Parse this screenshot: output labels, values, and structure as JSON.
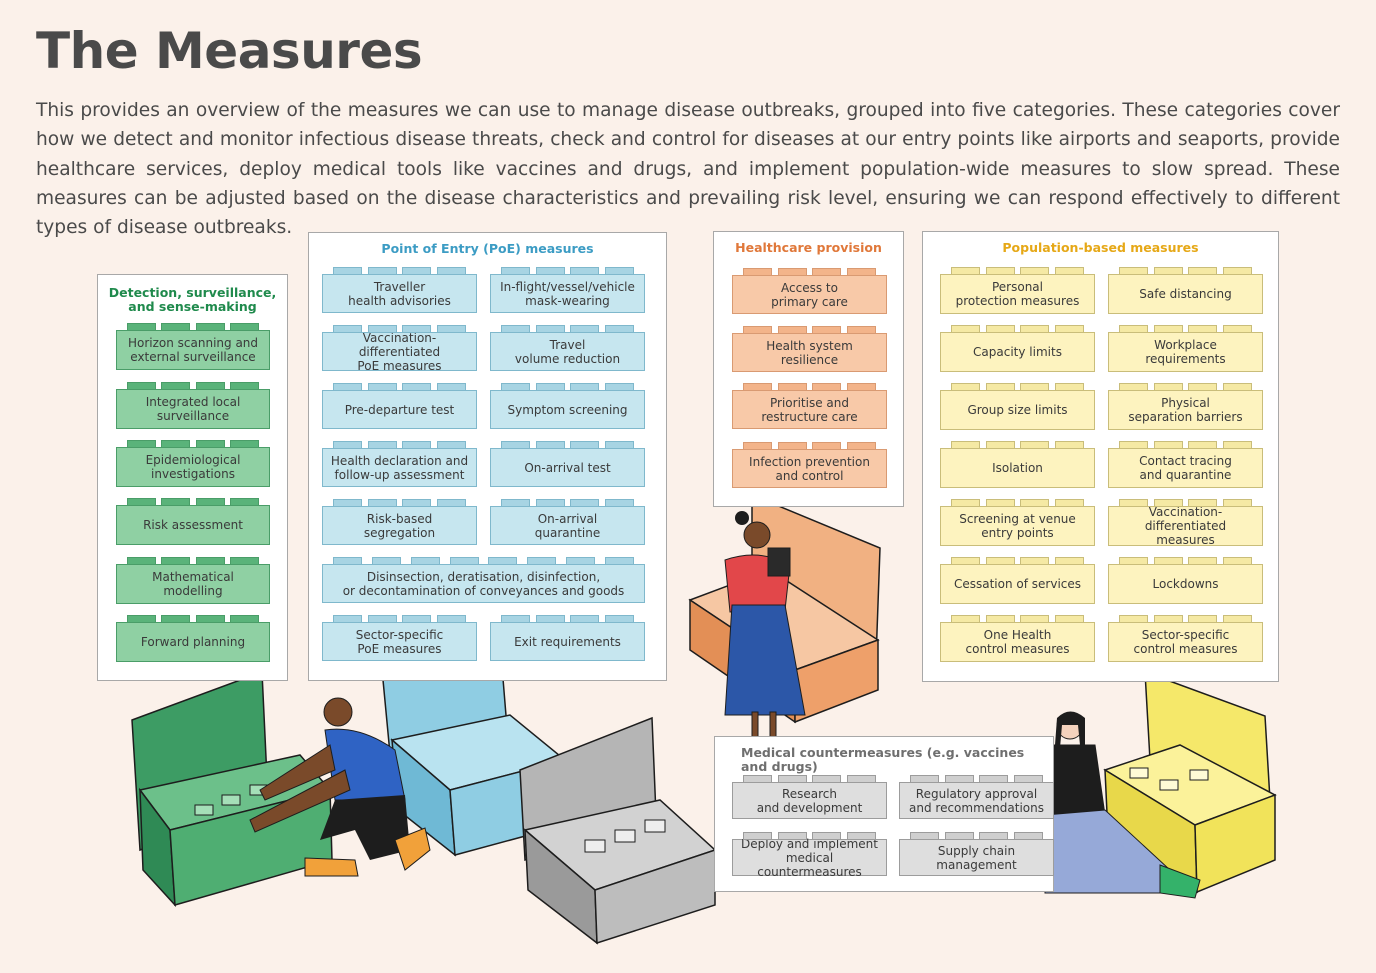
{
  "header": {
    "title": "The Measures",
    "intro": "This provides an overview of the measures we can use to manage disease outbreaks, grouped into five categories. These categories cover how we detect and monitor infectious disease threats, check and control for diseases at our entry points like airports and seaports, provide healthcare services, deploy medical tools like vaccines and drugs, and implement population-wide measures to slow spread. These measures can be adjusted based on the disease characteristics and prevailing risk level, ensuring we can respond effectively to different types of disease outbreaks."
  },
  "colors": {
    "background": "#fbf1ea",
    "detection": "#8fd0a3",
    "detection_title": "#1f8a4c",
    "poe": "#c6e6ef",
    "poe_title": "#3c9cc4",
    "healthcare": "#f8c9a8",
    "healthcare_title": "#e0783a",
    "population": "#fdf3bf",
    "population_title": "#e6a817",
    "medical": "#dedede",
    "medical_title": "#6f6f6f"
  },
  "panels": {
    "detection": {
      "title": "Detection, surveillance,\nand sense-making",
      "items": [
        "Horizon scanning and\nexternal surveillance",
        "Integrated local\nsurveillance",
        "Epidemiological\ninvestigations",
        "Risk assessment",
        "Mathematical\nmodelling",
        "Forward planning"
      ]
    },
    "poe": {
      "title": "Point of Entry (PoE) measures",
      "items": [
        "Traveller\nhealth advisories",
        "In-flight/vessel/vehicle\nmask-wearing",
        "Vaccination-differentiated\nPoE measures",
        "Travel\nvolume reduction",
        "Pre-departure test",
        "Symptom screening",
        "Health declaration and\nfollow-up assessment",
        "On-arrival test",
        "Risk-based\nsegregation",
        "On-arrival\nquarantine",
        "Disinsection, deratisation, disinfection,\nor decontamination of conveyances and goods",
        "Sector-specific\nPoE measures",
        "Exit requirements"
      ]
    },
    "healthcare": {
      "title": "Healthcare provision",
      "items": [
        "Access to\nprimary care",
        "Health system\nresilience",
        "Prioritise and\nrestructure care",
        "Infection prevention\nand control"
      ]
    },
    "population": {
      "title": "Population-based measures",
      "items": [
        "Personal\nprotection measures",
        "Safe distancing",
        "Capacity limits",
        "Workplace\nrequirements",
        "Group size limits",
        "Physical\nseparation barriers",
        "Isolation",
        "Contact tracing\nand quarantine",
        "Screening at venue\nentry points",
        "Vaccination-differentiated\nmeasures",
        "Cessation of services",
        "Lockdowns",
        "One Health\ncontrol measures",
        "Sector-specific\ncontrol measures"
      ]
    },
    "medical": {
      "title": "Medical countermeasures (e.g. vaccines and drugs)",
      "items": [
        "Research\nand development",
        "Regulatory approval\nand recommendations",
        "Deploy and implement\nmedical countermeasures",
        "Supply chain\nmanagement"
      ]
    }
  }
}
